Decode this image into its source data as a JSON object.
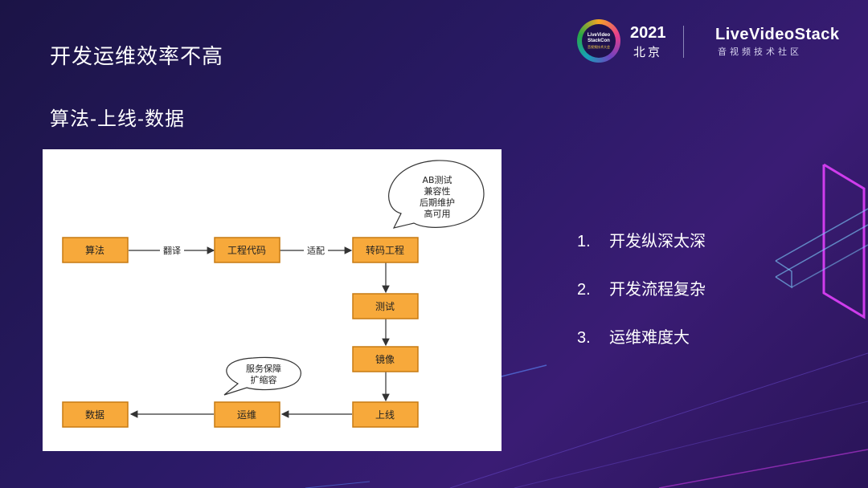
{
  "slide": {
    "title": "开发运维效率不高",
    "subtitle": "算法-上线-数据"
  },
  "logo": {
    "badge_line1": "LiveVideo",
    "badge_line2": "StackCon",
    "badge_line3": "音视频技术大会",
    "year": "2021",
    "city": "北京",
    "brand": "LiveVideoStack",
    "brand_sub": "音视频技术社区"
  },
  "diagram": {
    "nodes": {
      "algo": "算法",
      "code": "工程代码",
      "transcode": "转码工程",
      "test": "测试",
      "image": "镜像",
      "online": "上线",
      "ops": "运维",
      "data": "数据"
    },
    "edges": {
      "translate": "翻译",
      "adapt": "适配"
    },
    "bubble1": [
      "AB测试",
      "兼容性",
      "后期维护",
      "高可用"
    ],
    "bubble2": [
      "服务保障",
      "扩缩容"
    ]
  },
  "points": [
    {
      "num": "1.",
      "text": "开发纵深太深"
    },
    {
      "num": "2.",
      "text": "开发流程复杂"
    },
    {
      "num": "3.",
      "text": "运维难度大"
    }
  ],
  "colors": {
    "node_fill": "#f7a93b",
    "node_border": "#c77a12",
    "background": "#2a1a66",
    "accent": "#e040fb"
  }
}
